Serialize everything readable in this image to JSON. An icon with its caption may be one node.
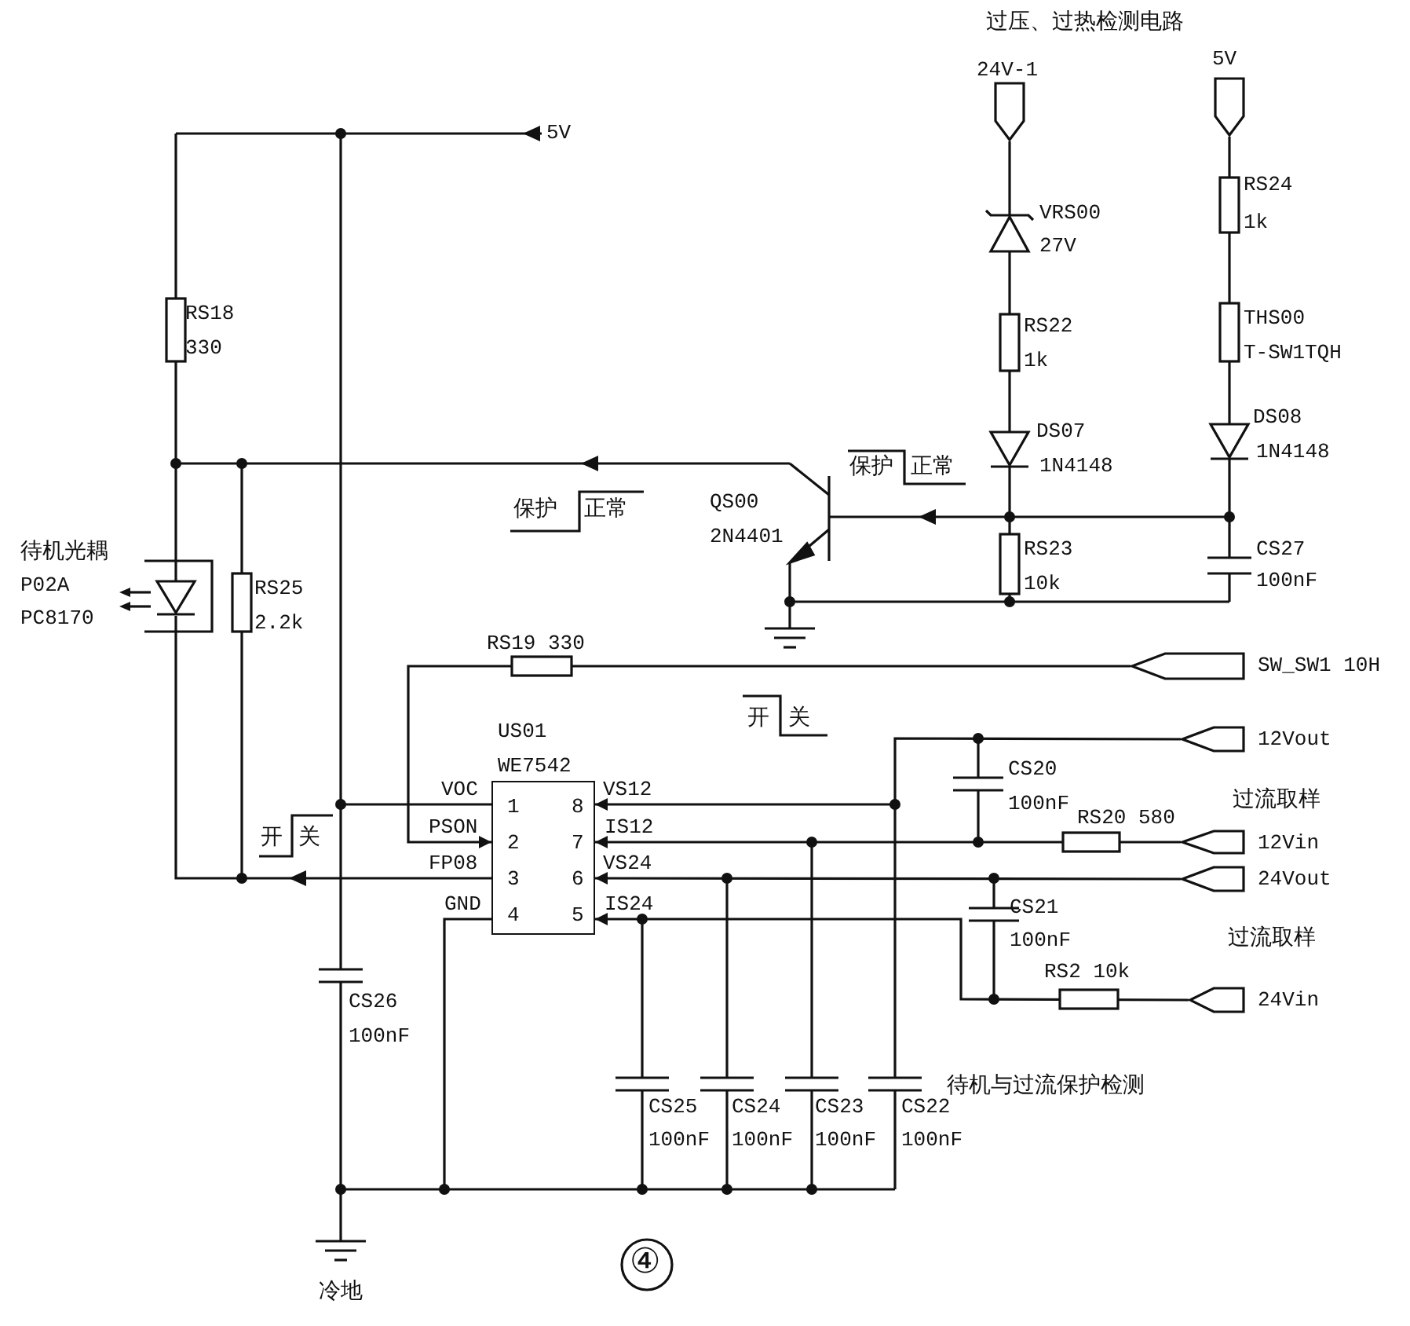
{
  "diagram": {
    "nodes": [
      {
        "text": [
          "US01",
          "WE7542"
        ]
      },
      {
        "text": [
          "24V-1"
        ]
      },
      {
        "text": [
          "5V"
        ]
      },
      {
        "text": [
          "SW_SW1 10H"
        ]
      },
      {
        "text": [
          "12Vout"
        ]
      },
      {
        "text": [
          "12Vin"
        ]
      },
      {
        "text": [
          "24Vout"
        ]
      },
      {
        "text": [
          "24Vin"
        ]
      }
    ],
    "edges": [
      {
        "from": 3,
        "to": 0,
        "arrow": "to"
      },
      {
        "from": 4,
        "to": 0,
        "arrow": "to"
      },
      {
        "from": 5,
        "to": 0,
        "arrow": "to"
      },
      {
        "from": 6,
        "to": 0,
        "arrow": "to"
      },
      {
        "from": 7,
        "to": 0,
        "arrow": "to"
      }
    ],
    "labels": [
      "过压、过热检测电路",
      "5V",
      "VRS00",
      "27V",
      "RS24",
      "1k",
      "RS18",
      "330",
      "RS22",
      "1k",
      "THS00",
      "T-SW1TQH",
      "DS08",
      "1N4148",
      "DS07",
      "1N4148",
      "保护",
      "正常",
      "保护",
      "正常",
      "QS00",
      "2N4401",
      "CS27",
      "100nF",
      "RS23",
      "10k",
      "待机光耦",
      "P02A",
      "PC8170",
      "RS25",
      "2.2k",
      "RS19 330",
      "开",
      "关",
      "CS20",
      "100nF",
      "过流取样",
      "RS20 580",
      "VOC",
      "1",
      "8",
      "VS12",
      "PSON",
      "2",
      "7",
      "IS12",
      "开",
      "关",
      "FP08",
      "3",
      "6",
      "VS24",
      "GND",
      "4",
      "5",
      "IS24",
      "CS21",
      "100nF",
      "过流取样",
      "RS2 10k",
      "CS26",
      "100nF",
      "待机与过流保护检测",
      "CS25",
      "100nF",
      "CS24",
      "100nF",
      "CS23",
      "100nF",
      "CS22",
      "100nF",
      "④",
      "冷地"
    ]
  }
}
